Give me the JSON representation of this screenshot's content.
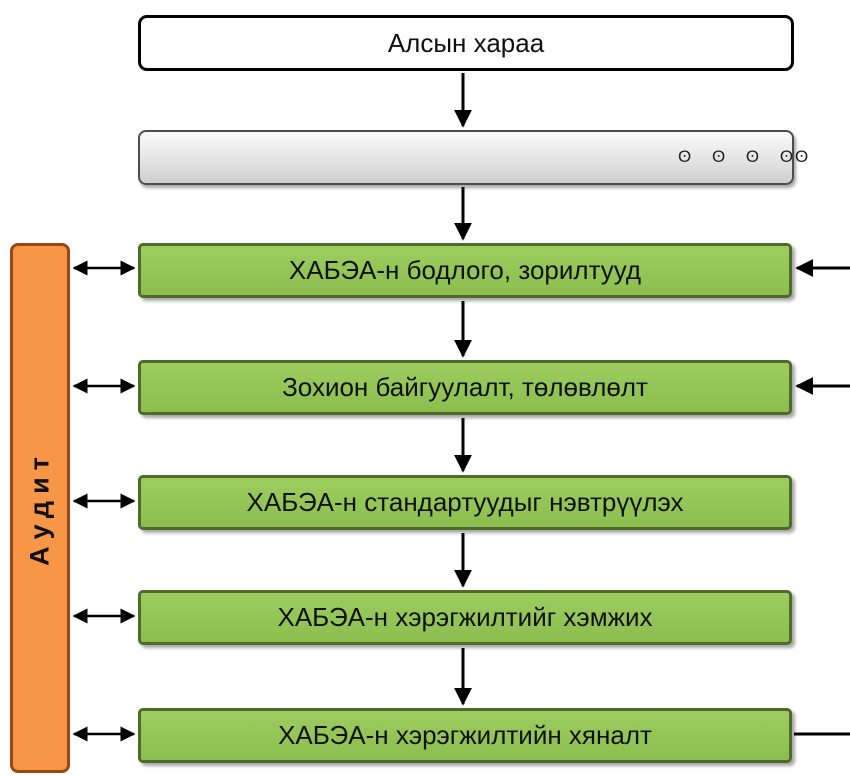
{
  "diagram": {
    "vision_label": "Алсын хараа",
    "banner_label": "ʘ ʘ ʘ ʘʘ",
    "audit_label": "Аудит",
    "steps": [
      {
        "label": "ХАБЭА-н бодлого, зорилтууд"
      },
      {
        "label": "Зохион байгуулалт, төлөвлөлт"
      },
      {
        "label": "ХАБЭА-н стандартуудыг нэвтрүүлэх"
      },
      {
        "label": "ХАБЭА-н хэрэгжилтийг хэмжих"
      },
      {
        "label": "ХАБЭА-н хэрэгжилтийн хяналт"
      }
    ]
  },
  "colors": {
    "step_fill": "#92c557",
    "step_border": "#4f6a2a",
    "audit_fill": "#f79646",
    "audit_border": "#9a4a12",
    "banner_fill": "#e4e4e4"
  }
}
